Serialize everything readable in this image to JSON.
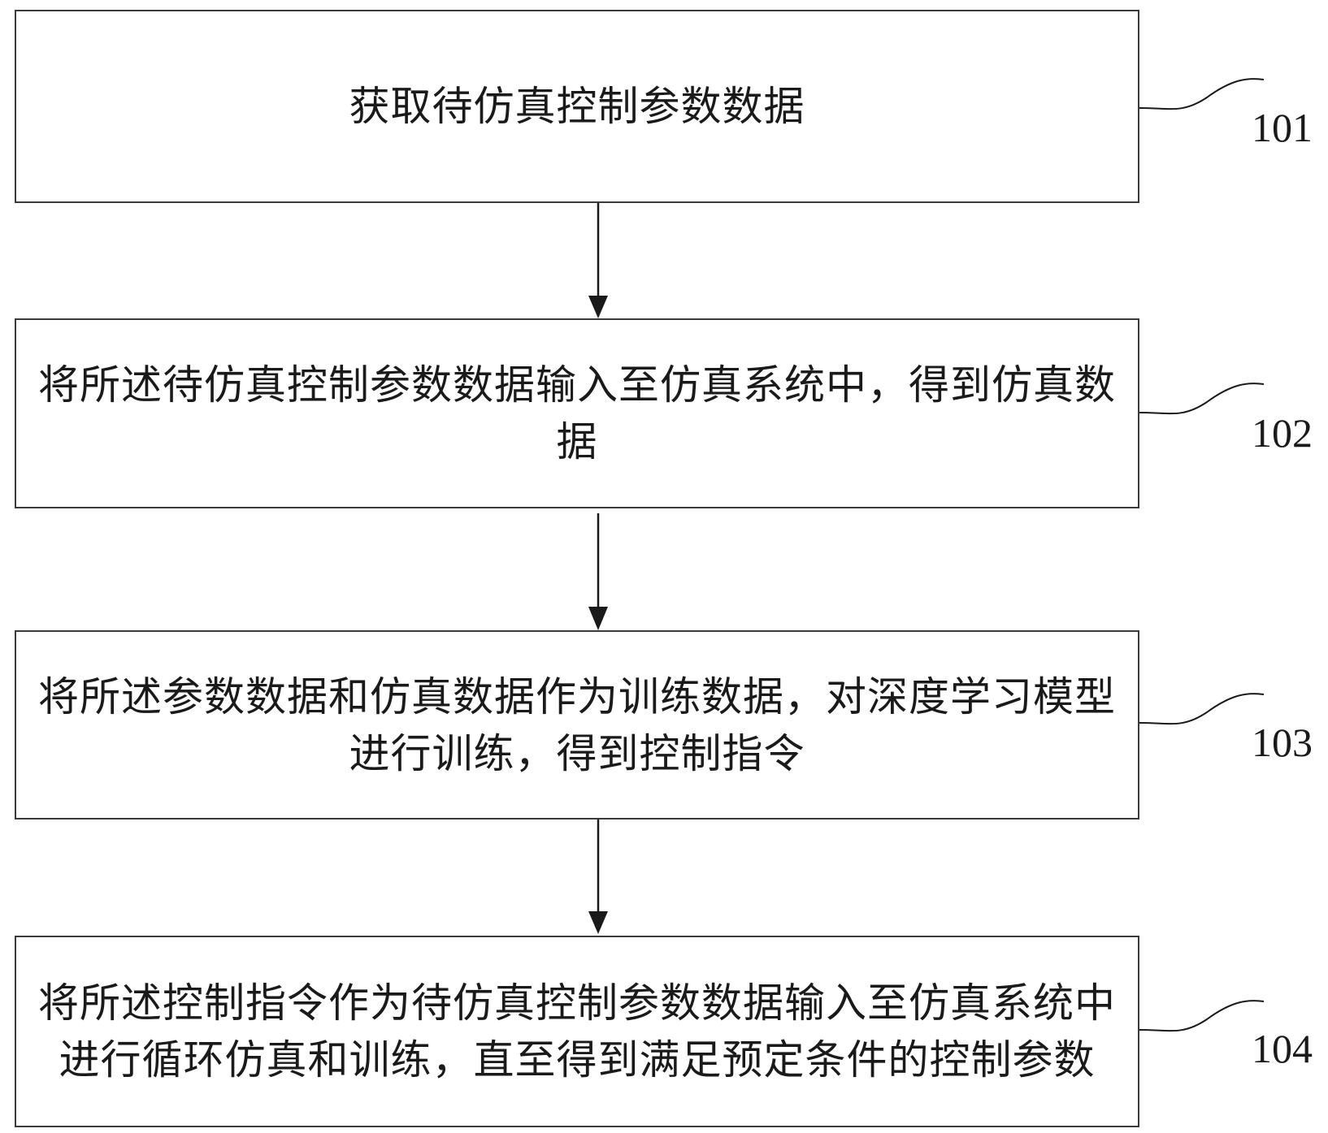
{
  "steps": [
    {
      "id": "101",
      "label": "101",
      "text": "获取待仿真控制参数数据"
    },
    {
      "id": "102",
      "label": "102",
      "text": "将所述待仿真控制参数数据输入至仿真系统中，得到仿真数据"
    },
    {
      "id": "103",
      "label": "103",
      "text": "将所述参数数据和仿真数据作为训练数据，对深度学习模型进行训练，得到控制指令"
    },
    {
      "id": "104",
      "label": "104",
      "text": "将所述控制指令作为待仿真控制参数数据输入至仿真系统中进行循环仿真和训练，直至得到满足预定条件的控制参数"
    }
  ],
  "colors": {
    "line": "#1a1a1a",
    "box_border": "#3a3a3a"
  }
}
